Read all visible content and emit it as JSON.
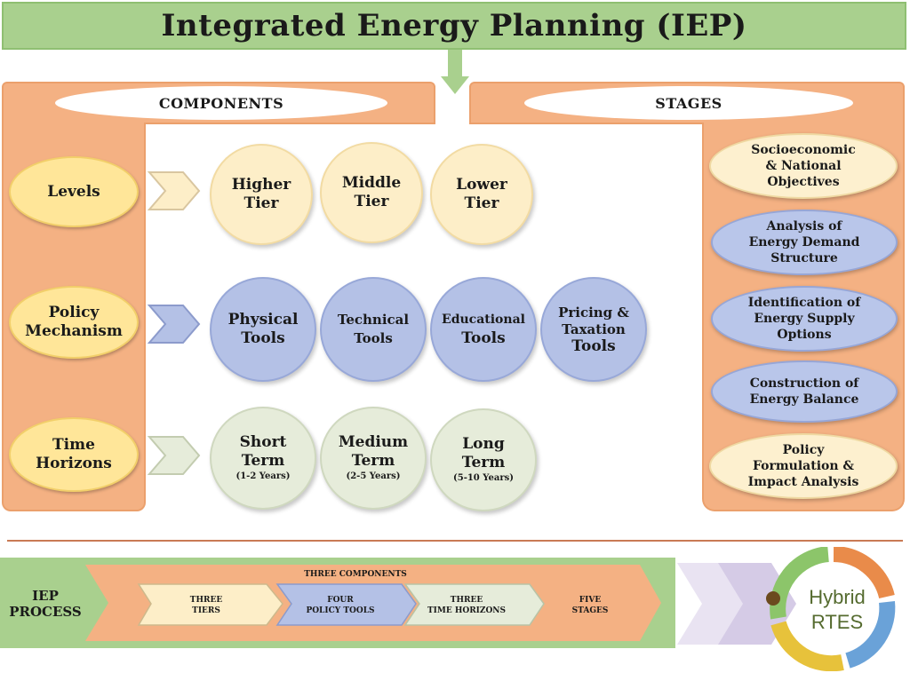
{
  "title": "Integrated Energy Planning (IEP)",
  "components": {
    "header": "COMPONENTS",
    "rows": [
      {
        "label_lines": [
          "Levels"
        ],
        "color": "#fdeec8",
        "items": [
          {
            "lines": [
              "Higher",
              "Tier"
            ],
            "sub": ""
          },
          {
            "lines": [
              "Middle",
              "Tier"
            ],
            "sub": ""
          },
          {
            "lines": [
              "Lower",
              "Tier"
            ],
            "sub": ""
          }
        ]
      },
      {
        "label_lines": [
          "Policy",
          "Mechanism"
        ],
        "color": "#b4c1e6",
        "items": [
          {
            "lines": [
              "Physical",
              "Tools"
            ],
            "sub": ""
          },
          {
            "lines": [
              "Technical",
              "Tools"
            ],
            "sub": ""
          },
          {
            "lines": [
              "Educational",
              "Tools"
            ],
            "sub": ""
          },
          {
            "lines": [
              "Pricing &",
              "Taxation",
              "Tools"
            ],
            "sub": ""
          }
        ]
      },
      {
        "label_lines": [
          "Time",
          "Horizons"
        ],
        "color": "#e6ecda",
        "items": [
          {
            "lines": [
              "Short",
              "Term"
            ],
            "sub": "(1-2 Years)"
          },
          {
            "lines": [
              "Medium",
              "Term"
            ],
            "sub": "(2-5 Years)"
          },
          {
            "lines": [
              "Long",
              "Term"
            ],
            "sub": "(5-10 Years)"
          }
        ]
      }
    ]
  },
  "stages": {
    "header": "STAGES",
    "items": [
      {
        "lines": [
          "Socioeconomic",
          "& National",
          "Objectives"
        ]
      },
      {
        "lines": [
          "Analysis of",
          "Energy Demand",
          "Structure"
        ]
      },
      {
        "lines": [
          "Identification of",
          "Energy Supply",
          "Options"
        ]
      },
      {
        "lines": [
          "Construction of",
          "Energy Balance"
        ]
      },
      {
        "lines": [
          "Policy",
          "Formulation &",
          "Impact Analysis"
        ]
      }
    ]
  },
  "process": {
    "label_lines": [
      "IEP",
      "PROCESS"
    ],
    "three_components": "THREE COMPONENTS",
    "steps": [
      {
        "lines": [
          "THREE",
          "TIERS"
        ]
      },
      {
        "lines": [
          "FOUR",
          "POLICY TOOLS"
        ]
      },
      {
        "lines": [
          "THREE",
          "TIME HORIZONS"
        ]
      },
      {
        "lines": [
          "FIVE",
          "STAGES"
        ]
      }
    ]
  },
  "logo": {
    "line1": "Hybrid",
    "line2": "RTES"
  },
  "colors": {
    "title_green": "#a9d08e",
    "panel_orange": "#f4b183",
    "category_yellow": "#ffe699",
    "tier_cream": "#fdeec8",
    "tool_blue": "#b4c1e6",
    "time_grey": "#e6ecda",
    "process_green": "#a9d08e"
  }
}
